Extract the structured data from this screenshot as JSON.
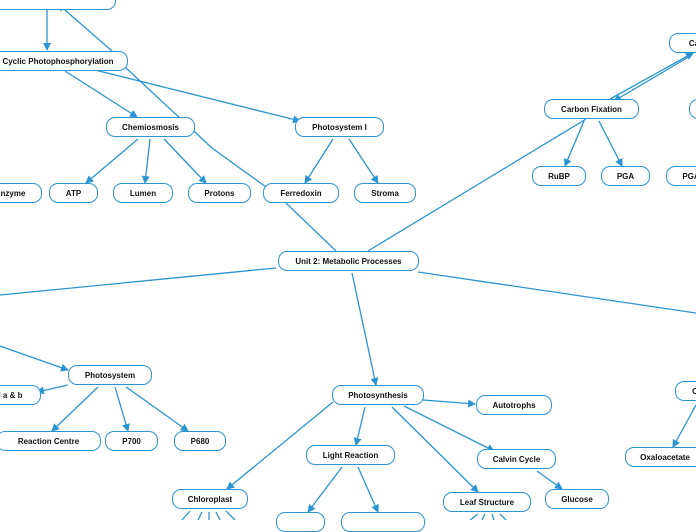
{
  "colors": {
    "line": "#2a95d2",
    "node_border": "#2a95d2",
    "node_fill": "#ffffff",
    "text": "#111111"
  },
  "nodes": {
    "root": "Unit 2: Metabolic Processes",
    "cyclic": "Cyclic Photophosphorylation",
    "chemiosmosis": "Chemiosmosis",
    "photosystem_i": "Photosystem I",
    "enzyme": "nzyme",
    "atp": "ATP",
    "lumen": "Lumen",
    "protons": "Protons",
    "ferredoxin": "Ferredoxin",
    "stroma": "Stroma",
    "carbon_fixation": "Carbon Fixation",
    "ca": "Ca",
    "rubp": "RuBP",
    "pga": "PGA",
    "pga2": "PGA",
    "photosystem": "Photosystem",
    "chlorophyll": "l a & b",
    "reaction_centre": "Reaction Centre",
    "p700": "P700",
    "p680": "P680",
    "photosynthesis": "Photosynthesis",
    "autotrophs": "Autotrophs",
    "light_reaction": "Light Reaction",
    "calvin_cycle": "Calvin Cycle",
    "chloroplast": "Chloroplast",
    "leaf_structure": "Leaf Structure",
    "glucose": "Glucose",
    "oxaloacetate": "Oxaloacetate",
    "c_right": "C"
  }
}
